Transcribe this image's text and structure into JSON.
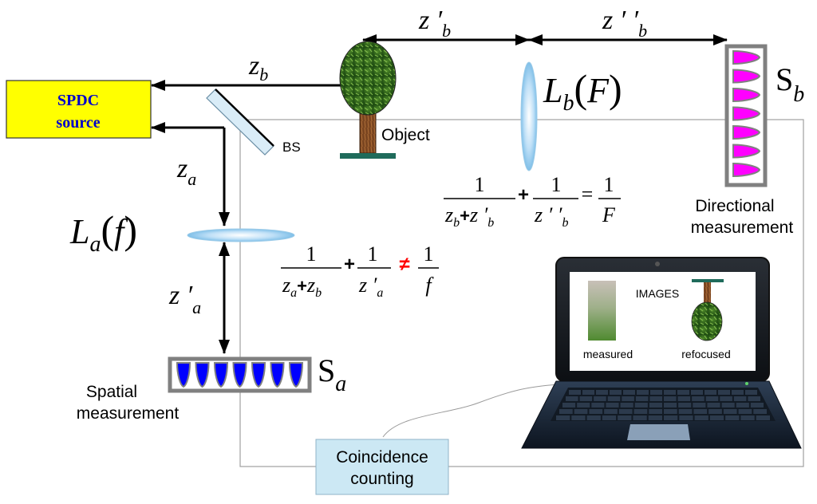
{
  "source": {
    "line1": "SPDC",
    "line2": "source",
    "fill": "#ffff00",
    "text_color": "#0000cc"
  },
  "beam_splitter": {
    "label": "BS"
  },
  "object": {
    "label": "Object"
  },
  "arm_b": {
    "distance_zb": {
      "main": "z",
      "sub": "b"
    },
    "distance_z1": {
      "main": "z ′",
      "sub": "b"
    },
    "distance_z2": {
      "main": "z ′ ′",
      "sub": "b"
    },
    "lens": {
      "name": "L",
      "sub": "b",
      "arg": "F"
    },
    "detector": {
      "main": "S",
      "sub": "b",
      "fill": "#ff00ff"
    },
    "caption_line1": "Directional",
    "caption_line2": "measurement",
    "equation": {
      "t1_num": "1",
      "t1_den_z": "z",
      "t1_den_zsub": "b",
      "t1_den_plus": "+",
      "t1_den_zp": "z ′",
      "t1_den_zpsub": "b",
      "plus": "+",
      "t2_num": "1",
      "t2_den": "z ′ ′",
      "t2_den_sub": "b",
      "rel": "=",
      "t3_num": "1",
      "t3_den": "F"
    }
  },
  "arm_a": {
    "distance_za": {
      "main": "z",
      "sub": "a"
    },
    "distance_zpa": {
      "main": "z ′",
      "sub": "a"
    },
    "lens": {
      "name": "L",
      "sub": "a",
      "arg": "f"
    },
    "detector": {
      "main": "S",
      "sub": "a",
      "fill": "#0000ff"
    },
    "caption_line1": "Spatial",
    "caption_line2": "measurement",
    "equation": {
      "t1_num": "1",
      "t1_den_za": "z",
      "t1_den_zasub": "a",
      "t1_den_plus": "+",
      "t1_den_zb": "z",
      "t1_den_zbsub": "b",
      "plus": "+",
      "t2_num": "1",
      "t2_den": "z ′",
      "t2_den_sub": "a",
      "rel": "≠",
      "rel_color": "#ff0000",
      "t3_num": "1",
      "t3_den": "f"
    }
  },
  "laptop": {
    "screen_title": "IMAGES",
    "label_measured": "measured",
    "label_refocused": "refocused"
  },
  "coincidence": {
    "line1": "Coincidence",
    "line2": "counting",
    "fill": "#cce8f4"
  }
}
